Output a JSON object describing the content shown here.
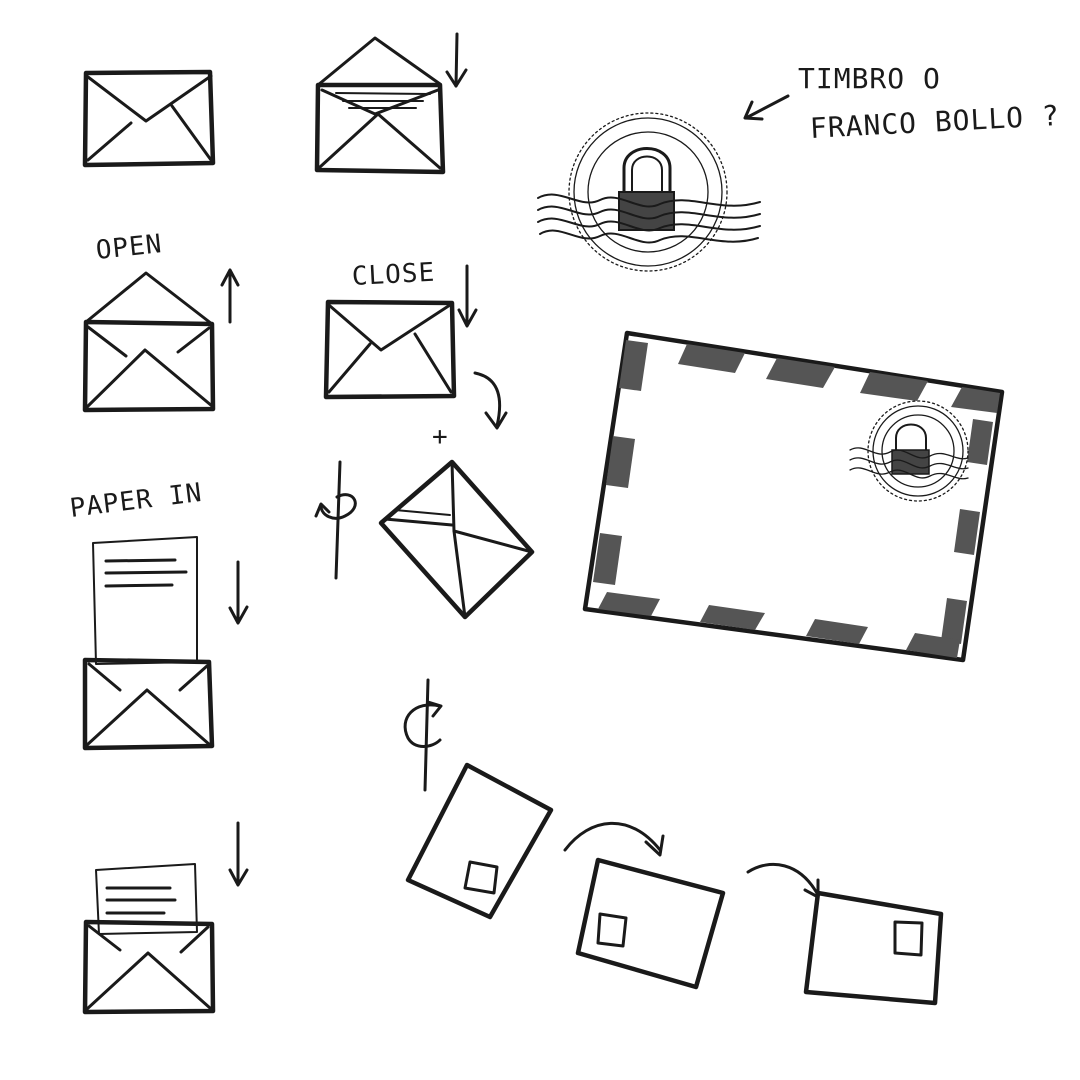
{
  "labels": {
    "open": "OPEN",
    "close": "CLOSE",
    "paper_in": "PAPER IN",
    "plus": "+",
    "question_line1": "TIMBRO    O",
    "question_line2": "FRANCO BOLLO ?"
  },
  "colors": {
    "ink": "#1a1a1a",
    "airmail_stripe": "#555555",
    "paper": "#ffffff"
  },
  "icons": [
    "envelope-closed-icon",
    "envelope-flap-open-icon",
    "envelope-open-icon",
    "envelope-close-icon",
    "envelope-tilted-icon",
    "envelope-with-paper-icon",
    "postmark-lock-icon",
    "airmail-envelope-icon",
    "rotate-arrow-icon",
    "down-arrow-icon",
    "up-arrow-icon",
    "curved-arrow-icon",
    "envelope-back-stamp-icon"
  ]
}
